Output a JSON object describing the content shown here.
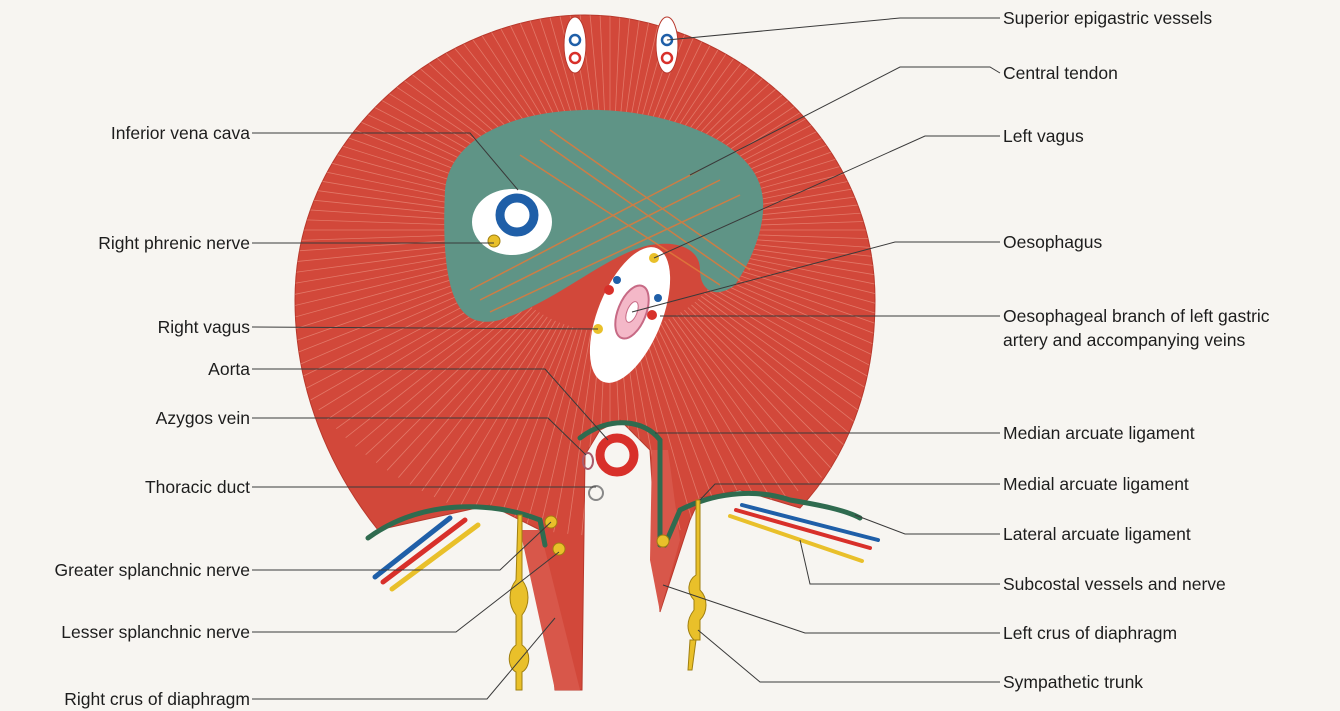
{
  "figure": {
    "labels_left": [
      {
        "key": "ivc",
        "text": "Inferior vena cava"
      },
      {
        "key": "rpn",
        "text": "Right phrenic nerve"
      },
      {
        "key": "rv",
        "text": "Right vagus"
      },
      {
        "key": "aorta",
        "text": "Aorta"
      },
      {
        "key": "azygos",
        "text": "Azygos vein"
      },
      {
        "key": "td",
        "text": "Thoracic duct"
      },
      {
        "key": "gsn",
        "text": "Greater splanchnic nerve"
      },
      {
        "key": "lsn",
        "text": "Lesser splanchnic nerve"
      },
      {
        "key": "rcd",
        "text": "Right crus of diaphragm"
      }
    ],
    "labels_right": [
      {
        "key": "sev",
        "text": "Superior epigastric vessels"
      },
      {
        "key": "ct",
        "text": "Central tendon"
      },
      {
        "key": "lv",
        "text": "Left vagus"
      },
      {
        "key": "oes",
        "text": "Oesophagus"
      },
      {
        "key": "obl",
        "text": "Oesophageal branch of left gastric",
        "text2": "artery and accompanying veins"
      },
      {
        "key": "mal",
        "text": "Median arcuate ligament"
      },
      {
        "key": "medal",
        "text": "Medial arcuate ligament"
      },
      {
        "key": "lal",
        "text": "Lateral arcuate ligament"
      },
      {
        "key": "svn",
        "text": "Subcostal vessels and nerve"
      },
      {
        "key": "lcd",
        "text": "Left crus of diaphragm"
      },
      {
        "key": "st",
        "text": "Sympathetic trunk"
      }
    ],
    "colors": {
      "muscle": "#d2483a",
      "muscle_dark": "#b8382c",
      "tendon": "#5f9486",
      "ligament": "#2f6b4f",
      "vein": "#1f5fa8",
      "artery": "#d8302a",
      "nerve": "#e9c02a"
    }
  }
}
